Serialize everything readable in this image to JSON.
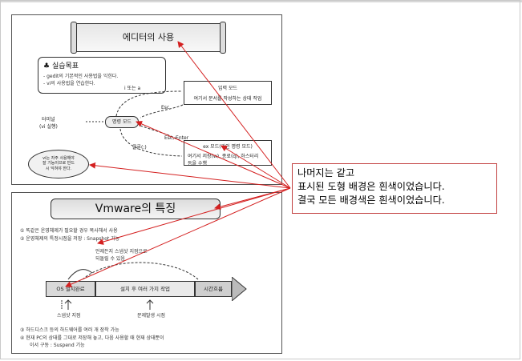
{
  "slide1": {
    "title": "에디터의 사용",
    "objective": {
      "heading": "실습목표",
      "lines": [
        "- gedit의 기본적인 사용법을 익힌다.",
        "- vi의 사용법을 연습한다."
      ]
    },
    "input_mode": {
      "title": "입력 모드",
      "desc": "여기서 문서를 작성하는 상태 작업"
    },
    "command_mode": "명령 모드",
    "terminal": {
      "line1": "터미널",
      "line2": "(vi 실행)"
    },
    "ex_mode": {
      "title": "ex 모드(라인 명령 모드)",
      "line1": "여기서 저장(w), 종료(q), 하스터리",
      "line2": "등을 수행"
    },
    "labels": {
      "i_or_a": "i 또는 a",
      "esc": "Esc",
      "esc_enter": "Esc, Enter",
      "colon": "콜론(:)"
    },
    "cloud": {
      "line1": "vi는 자주 사용해야",
      "line2": "잘 기능이므로 반드",
      "line3": "시 익혀야 한다."
    }
  },
  "slide2": {
    "title": "Vmware의 특징",
    "points_top": [
      "① 똑같은 운영체제가 필요할 경우 복사해서 사용",
      "② 운영체제의 특정시점을 저장 : Snapshot 기능"
    ],
    "callout": {
      "line1": "언제든지 스냅샷 지점으로",
      "line2": "되돌릴 수 있음"
    },
    "timeline": [
      "OS 설치완료",
      "설치 후 여러 가지 작업",
      "시간흐름"
    ],
    "markers": [
      "스냅샷 지점",
      "문제발생 시점"
    ],
    "points_bottom": [
      "③ 하드디스크 등의 하드웨어를 여러 개 장착 가능",
      "④ 현재 PC의 상태를 그대로 저장해 놓고, 다음 사용할 때 현재 상태뿐이",
      "이서 구동 : Suspend 기능"
    ]
  },
  "note": {
    "line1": "나머지는 같고",
    "line2": "표시된 도형 배경은 흰색이었습니다.",
    "line3": "결국 모든 배경색은 흰색이었습니다."
  },
  "colors": {
    "annotation_red": "#d42020"
  }
}
